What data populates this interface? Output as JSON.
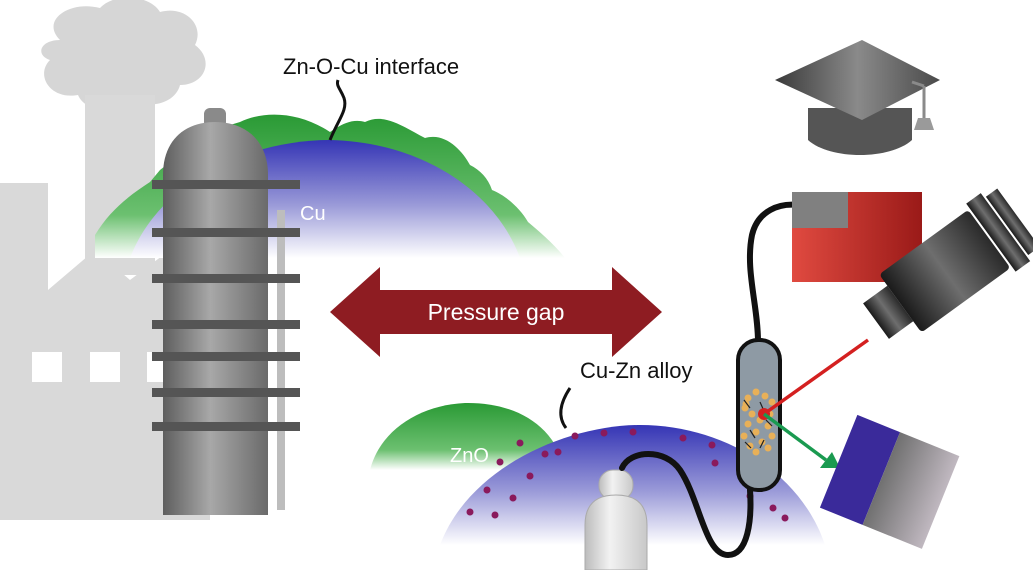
{
  "labels": {
    "interface": "Zn-O-Cu interface",
    "cu": "Cu",
    "pressure_gap": "Pressure gap",
    "alloy": "Cu-Zn alloy",
    "zno": "ZnO"
  },
  "colors": {
    "factory_gray": "#d9d9d9",
    "copper_blue": "#3a3ab8",
    "zno_green": "#2e9a3a",
    "arrow_red": "#8e1c22",
    "alloy_dots": "#8a1a5c",
    "laser_red": "#d42020",
    "signal_green": "#1a9a50",
    "detector_blue": "#3a2a9a",
    "source_red": "#c8302a"
  },
  "icons": [
    "factory",
    "reactor-column",
    "graduation-cap-icon",
    "gas-cylinder",
    "capillary-reactor",
    "x-ray-source",
    "spectrometer",
    "detector"
  ]
}
